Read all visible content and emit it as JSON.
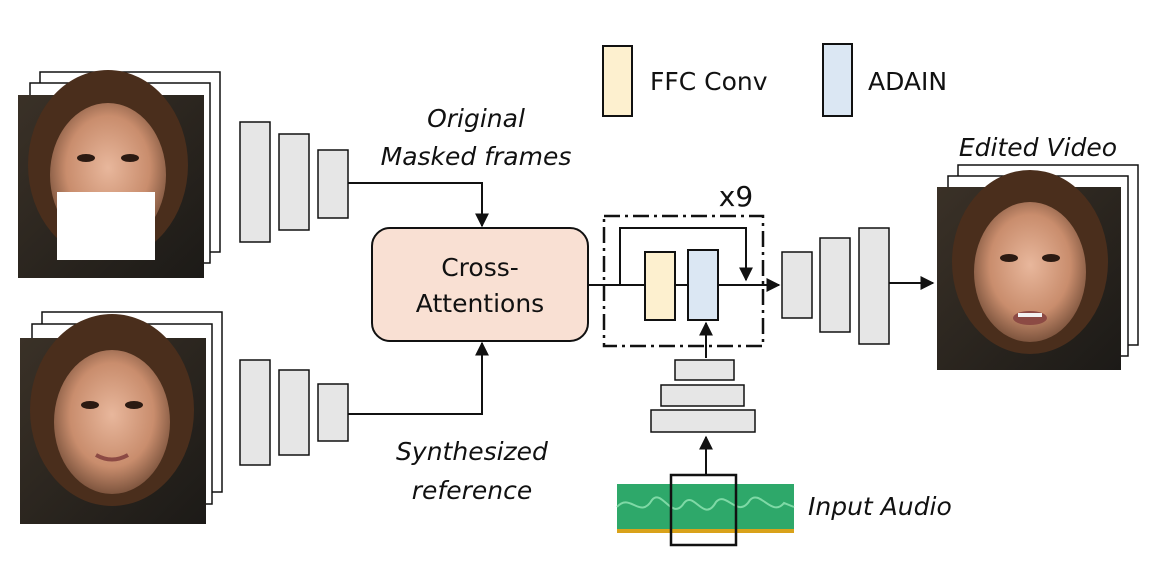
{
  "legend": {
    "ffc_label": "FFC Conv",
    "adain_label": "ADAIN"
  },
  "labels": {
    "masked_line1": "Original",
    "masked_line2": "Masked frames",
    "reference_line1": "Synthesized",
    "reference_line2": "reference",
    "cross_line1": "Cross-",
    "cross_line2": "Attentions",
    "repeat": "x9",
    "edited_video": "Edited Video",
    "input_audio": "Input Audio"
  },
  "colors": {
    "ffc": "#fdf0cf",
    "adain": "#dbe7f3",
    "cross_attention": "#f9e0d3",
    "block": "#e6e6e6",
    "audio_wave": "#2ea86a",
    "audio_base": "#d9a21a",
    "stroke": "#111111"
  }
}
